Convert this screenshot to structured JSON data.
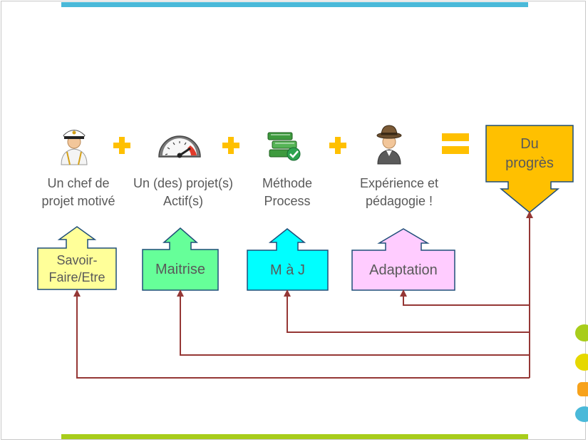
{
  "colors": {
    "top_bar": "#4ab9d9",
    "bottom_bar": "#a8cd1b",
    "plus": "#ffc000",
    "connector": "#953735",
    "result_fill": "#ffc000",
    "savoir_fill": "#ffff99",
    "maitrise_fill": "#66ff99",
    "maj_fill": "#00ffff",
    "adaptation_fill": "#ffccff",
    "box_border": "#1f4e79"
  },
  "terms": [
    {
      "icon": "captain-icon",
      "line1": "Un chef de",
      "line2": "projet motivé"
    },
    {
      "icon": "gauge-icon",
      "line1": "Un (des) projet(s)",
      "line2": "Actif(s)"
    },
    {
      "icon": "books-icon",
      "line1": "Méthode",
      "line2": "Process"
    },
    {
      "icon": "detective-icon",
      "line1": "Expérience et",
      "line2": "pédagogie !"
    }
  ],
  "result": {
    "line1": "Du",
    "line2": "progrès"
  },
  "callouts": [
    {
      "line1": "Savoir-",
      "line2": "Faire/Etre"
    },
    {
      "label": "Maitrise"
    },
    {
      "label": "M à J"
    },
    {
      "label": "Adaptation"
    }
  ]
}
